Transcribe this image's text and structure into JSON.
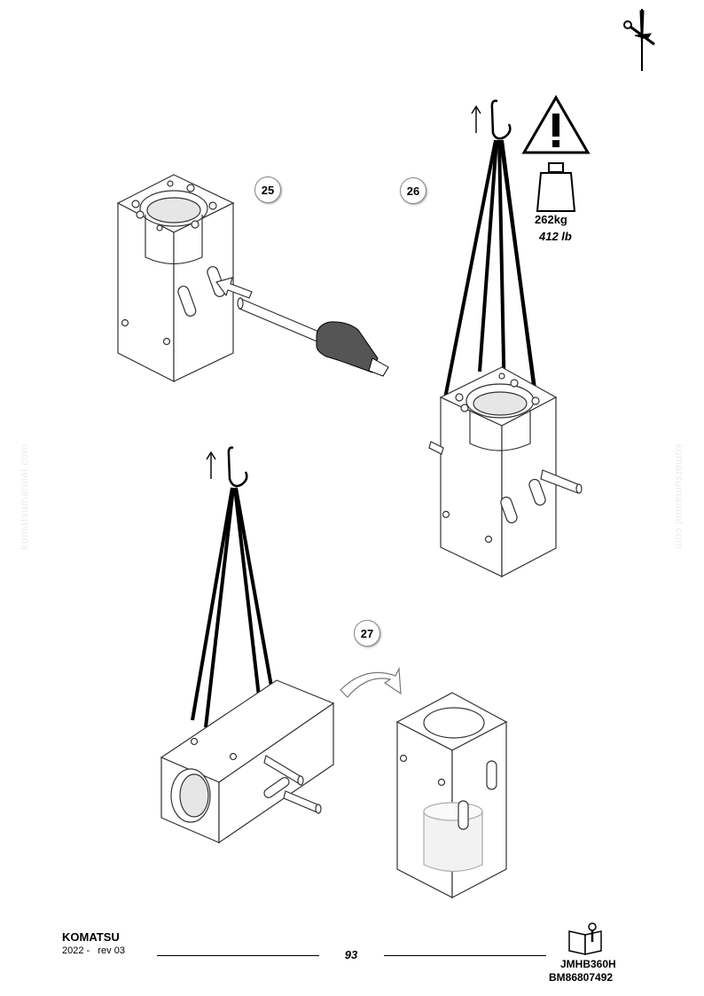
{
  "watermark": "komatsumanual.com",
  "steps": {
    "s25": "25",
    "s26": "26",
    "s27": "27"
  },
  "weight": {
    "kg": "262kg",
    "lb": "412 lb"
  },
  "footer": {
    "brand": "KOMATSU",
    "revision": "2022 -   rev 03",
    "page": "93",
    "model": "JMHB360H",
    "doc_code": "BM86807492"
  },
  "icons": {
    "corner": "wrench-screwdriver-icon",
    "warning": "warning-triangle-icon",
    "weight": "weight-icon",
    "manual": "manual-book-icon",
    "lift": "lift-arrow-icon"
  }
}
